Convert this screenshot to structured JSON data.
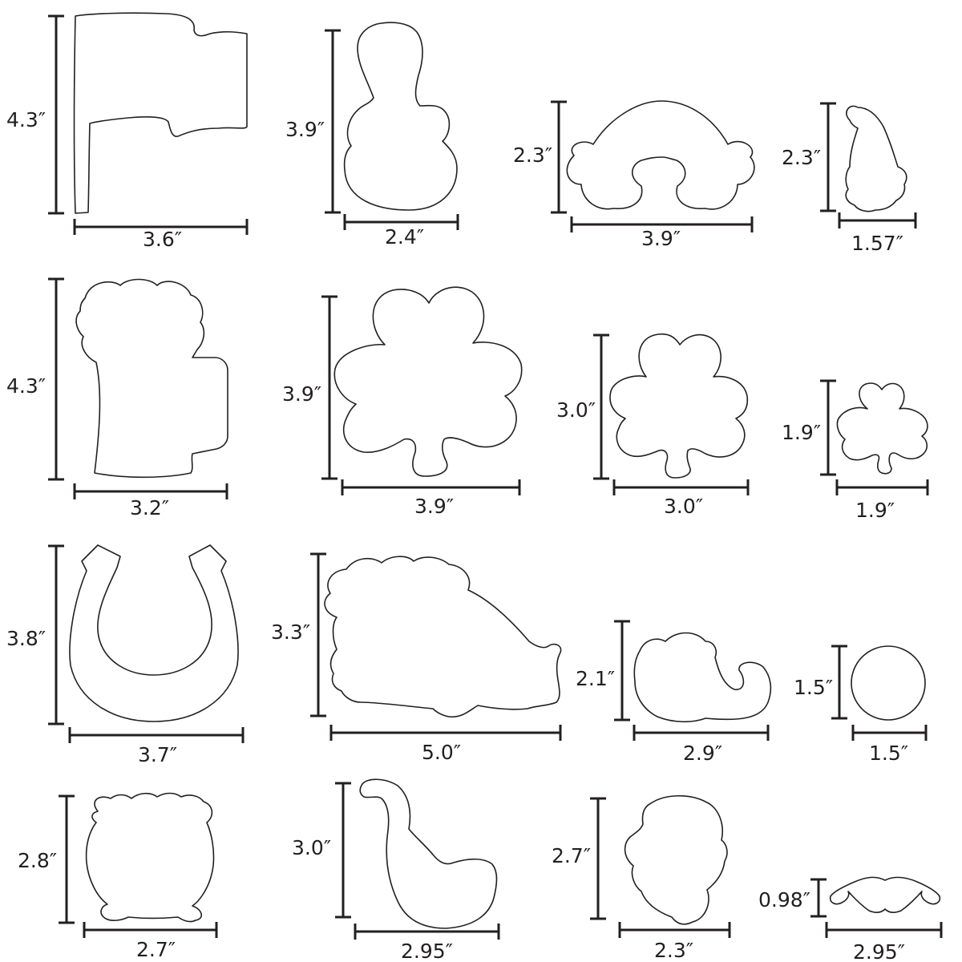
{
  "cutters": [
    {
      "name": "flag",
      "height_label": "4.3″",
      "width_label": "3.6″"
    },
    {
      "name": "snowman",
      "height_label": "3.9″",
      "width_label": "2.4″"
    },
    {
      "name": "rainbow",
      "height_label": "2.3″",
      "width_label": "3.9″"
    },
    {
      "name": "gnome",
      "height_label": "2.3″",
      "width_label": "1.57″"
    },
    {
      "name": "beer-mug",
      "height_label": "4.3″",
      "width_label": "3.2″"
    },
    {
      "name": "shamrock-large",
      "height_label": "3.9″",
      "width_label": "3.9″"
    },
    {
      "name": "shamrock-medium",
      "height_label": "3.0″",
      "width_label": "3.0″"
    },
    {
      "name": "shamrock-small",
      "height_label": "1.9″",
      "width_label": "1.9″"
    },
    {
      "name": "horseshoe",
      "height_label": "3.8″",
      "width_label": "3.7″"
    },
    {
      "name": "gold-cart",
      "height_label": "3.3″",
      "width_label": "5.0″"
    },
    {
      "name": "elf-shoe",
      "height_label": "2.1″",
      "width_label": "2.9″"
    },
    {
      "name": "coin",
      "height_label": "1.5″",
      "width_label": "1.5″"
    },
    {
      "name": "pot-of-gold",
      "height_label": "2.8″",
      "width_label": "2.7″"
    },
    {
      "name": "pipe",
      "height_label": "3.0″",
      "width_label": "2.95″"
    },
    {
      "name": "leprechaun-head",
      "height_label": "2.7″",
      "width_label": "2.3″"
    },
    {
      "name": "mustache",
      "height_label": "0.98″",
      "width_label": "2.95″"
    }
  ]
}
